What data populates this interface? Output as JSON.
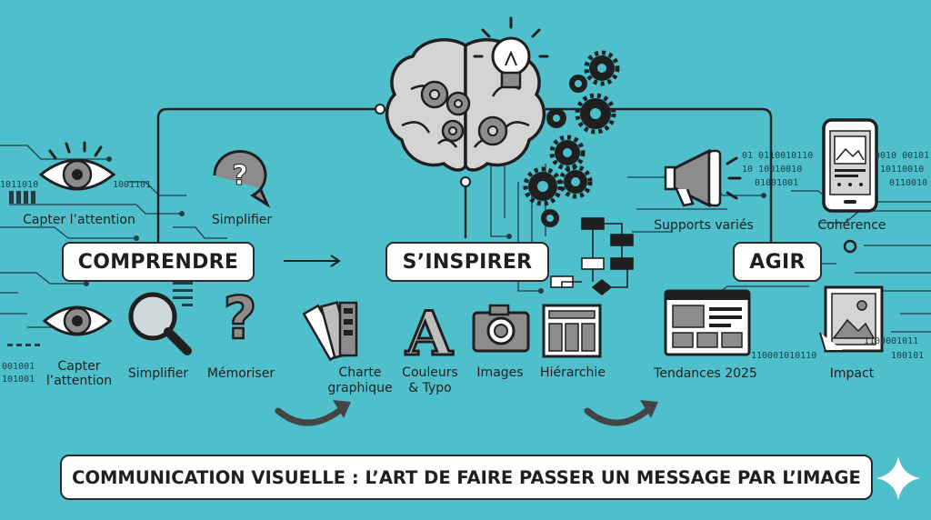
{
  "stages": {
    "comprendre": "COMPRENDRE",
    "inspirer": "S’INSPIRER",
    "agir": "AGIR"
  },
  "labels": {
    "capter_top": "Capter l’attention",
    "simplifier_top": "Simplifier",
    "capter_bottom_1": "Capter",
    "capter_bottom_2": "l’attention",
    "simplifier_bottom": "Simplifier",
    "memoriser": "Mémoriser",
    "charte_1": "Charte",
    "charte_2": "graphique",
    "couleurs_1": "Couleurs",
    "couleurs_2": "& Typo",
    "images": "Images",
    "hierarchie": "Hiérarchie",
    "supports": "Supports variés",
    "coherence": "Cohérence",
    "tendances": "Tendances 2025",
    "impact": "Impact"
  },
  "binary": {
    "l1": "1011010",
    "l2": "1001101",
    "l3": "001001",
    "l4": "101001",
    "r1": "01 0110010110",
    "r2": "10 10010010",
    "r3": "01001001",
    "r4": "0010 00101",
    "r5": "10110010",
    "r6": "0110010",
    "r7": "1100001011",
    "r8": "110001010110",
    "r9": "100101"
  },
  "banner": "COMMUNICATION VISUELLE : L’ART DE FAIRE PASSER UN MESSAGE PAR L’IMAGE",
  "colors": {
    "background": "#4fbfcc",
    "ink": "#1f1f1f",
    "box": "#ffffff",
    "icon_gray": "#8c8c8c"
  },
  "icons": [
    "eye-icon",
    "question-bubble-icon",
    "magnifier-icon",
    "question-mark-icon",
    "brain-icon",
    "lightbulb-icon",
    "gears-icon",
    "flowchart-icon",
    "palette-swatch-icon",
    "typography-icon",
    "camera-icon",
    "layout-icon",
    "megaphone-icon",
    "smartphone-icon",
    "website-icon",
    "picture-icon",
    "sparkle-icon"
  ]
}
